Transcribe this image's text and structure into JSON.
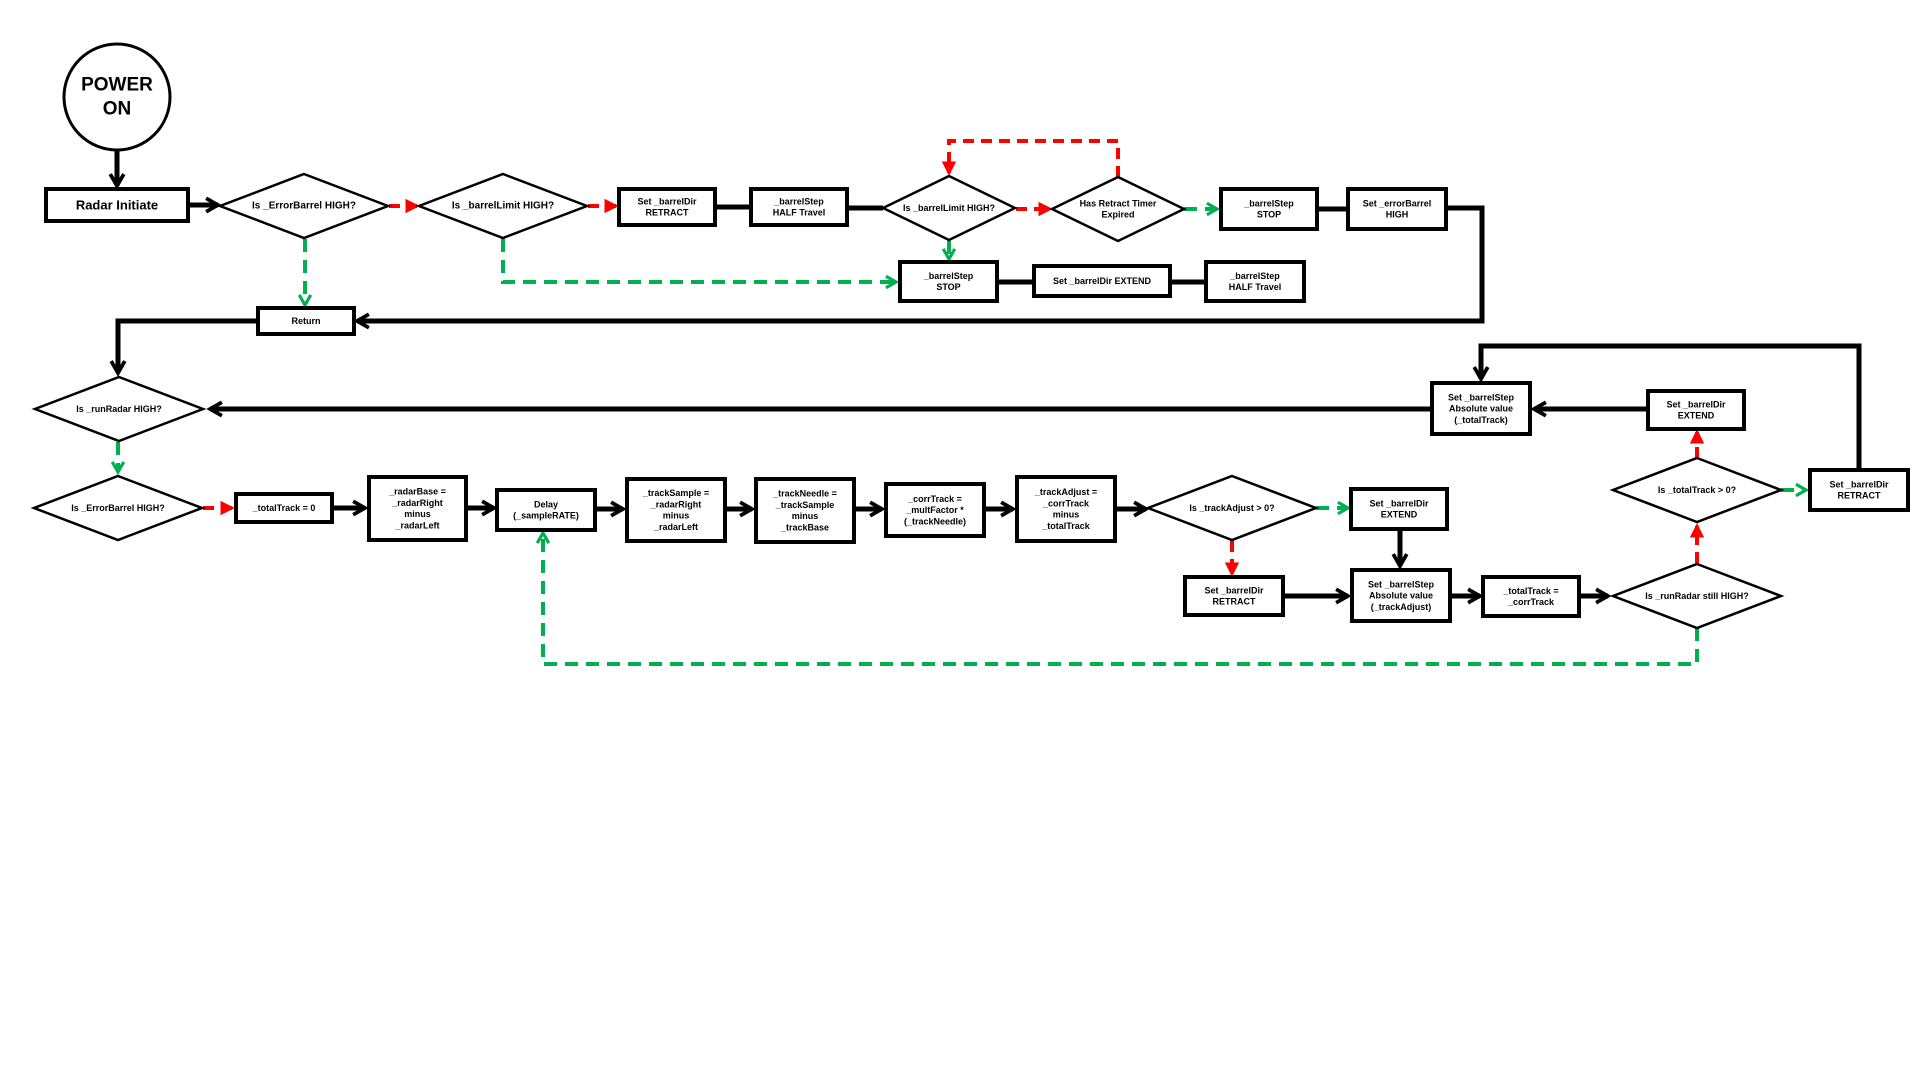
{
  "diagram": {
    "nodes": {
      "power_on": [
        "POWER",
        "ON"
      ],
      "radar_initiate": [
        "Radar Initiate"
      ],
      "is_errorbarrel_high_1": [
        "Is _ErrorBarrel HIGH?"
      ],
      "is_barrellimit_high_1": [
        "Is _barrelLimit HIGH?"
      ],
      "set_barreldir_retract_1": [
        "Set _barrelDir",
        "RETRACT"
      ],
      "barrelstep_half_travel_1": [
        "_barrelStep",
        "HALF Travel"
      ],
      "is_barrellimit_high_2": [
        "Is _barrelLimit HIGH?"
      ],
      "has_retract_timer_expired": [
        "Has Retract Timer",
        "Expired"
      ],
      "barrelstep_stop_1": [
        "_barrelStep",
        "STOP"
      ],
      "set_errorbarrel_high": [
        "Set _errorBarrel",
        "HIGH"
      ],
      "barrelstep_stop_2": [
        "_barrelStep",
        "STOP"
      ],
      "set_barreldir_extend_1": [
        "Set _barrelDir EXTEND"
      ],
      "barrelstep_half_travel_2": [
        "_barrelStep",
        "HALF Travel"
      ],
      "return": [
        "Return"
      ],
      "is_runradar_high": [
        "Is _runRadar HIGH?"
      ],
      "set_barrelstep_abs_totaltrack": [
        "Set _barrelStep",
        "Absolute value",
        "(_totalTrack)"
      ],
      "set_barreldir_extend_2": [
        "Set _barrelDir",
        "EXTEND"
      ],
      "is_errorbarrel_high_2": [
        "Is _ErrorBarrel HIGH?"
      ],
      "totaltrack_zero": [
        "_totalTrack = 0"
      ],
      "radarbase": [
        "_radarBase =",
        "_radarRight",
        "minus",
        "_radarLeft"
      ],
      "delay_samplerate": [
        "Delay",
        "(_sampleRATE)"
      ],
      "tracksample": [
        "_trackSample =",
        "_radarRight",
        "minus",
        "_radarLeft"
      ],
      "trackneedle": [
        "_trackNeedle =",
        "_trackSample",
        "minus",
        "_trackBase"
      ],
      "corrtrack": [
        "_corrTrack =",
        "_multFactor *",
        "(_trackNeedle)"
      ],
      "trackadjust": [
        "_trackAdjust =",
        "_corrTrack",
        "minus",
        "_totalTrack"
      ],
      "is_trackadjust_gt_0": [
        "Is _trackAdjust > 0?"
      ],
      "set_barreldir_extend_3": [
        "Set _barrelDir",
        "EXTEND"
      ],
      "set_barreldir_retract_2": [
        "Set _barrelDir",
        "RETRACT"
      ],
      "set_barrelstep_abs_trackadjust": [
        "Set _barrelStep",
        "Absolute value",
        "(_trackAdjust)"
      ],
      "totaltrack_eq_corrtrack": [
        "_totalTrack =",
        "_corrTrack"
      ],
      "is_runradar_still_high": [
        "Is _runRadar still HIGH?"
      ],
      "is_totaltrack_gt_0": [
        "Is _totalTrack > 0?"
      ],
      "set_barreldir_retract_3": [
        "Set _barrelDir",
        "RETRACT"
      ]
    }
  }
}
